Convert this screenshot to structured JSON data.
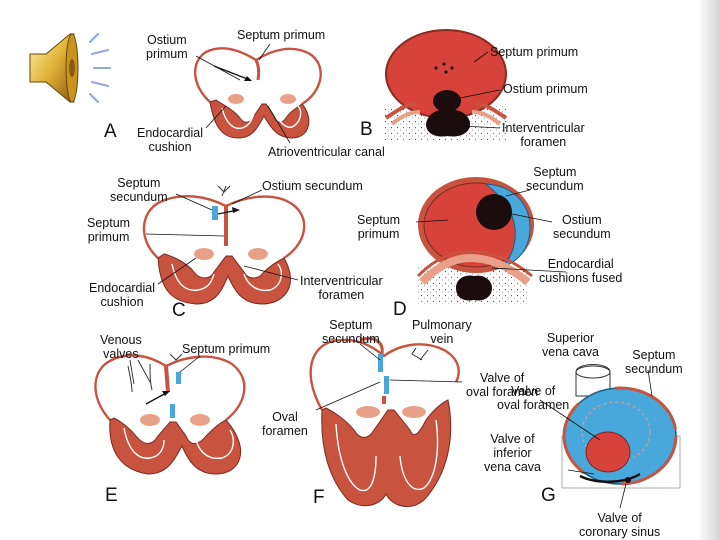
{
  "colors": {
    "tissue": "#c8533f",
    "cavity": "#d7433a",
    "cushion": "#e9a088",
    "septum_blue": "#48a8dc",
    "dark": "#1b0d0d",
    "outline": "#7a2a20"
  },
  "icons": {
    "speaker": "speaker-icon"
  },
  "panels": {
    "A": {
      "letter": "A",
      "ostium_primum": "Ostium\nprimum",
      "septum_primum": "Septum primum",
      "endocardial_cushion": "Endocardial\ncushion",
      "av_canal": "Atrioventricular canal"
    },
    "B": {
      "letter": "B",
      "septum_primum": "Septum primum",
      "ostium_primum": "Ostium primum",
      "iv_foramen": "Interventricular\nforamen"
    },
    "C": {
      "letter": "C",
      "septum_secundum": "Septum\nsecundum",
      "ostium_secundum": "Ostium secundum",
      "septum_primum": "Septum\nprimum",
      "endocardial_cushion": "Endocardial\ncushion",
      "iv_foramen": "Interventricular\nforamen"
    },
    "D": {
      "letter": "D",
      "septum_secundum": "Septum\nsecundum",
      "septum_primum": "Septum\nprimum",
      "ostium_secundum": "Ostium\nsecundum",
      "cushions_fused": "Endocardial\ncushions fused"
    },
    "E": {
      "letter": "E",
      "venous_valves": "Venous\nvalves",
      "septum_primum": "Septum primum"
    },
    "F": {
      "letter": "F",
      "septum_secundum": "Septum\nsecundum",
      "pulmonary_vein": "Pulmonary\nvein",
      "valve_oval_foramen": "Valve of\noval foramen",
      "oval_foramen": "Oval\nforamen"
    },
    "G": {
      "letter": "G",
      "svc": "Superior\nvena cava",
      "septum_secundum": "Septum\nsecundum",
      "valve_oval_foramen": "Valve of\noval foramen",
      "valve_ivc": "Valve of\ninferior\nvena cava",
      "valve_coronary_sinus": "Valve of\ncoronary sinus"
    }
  }
}
